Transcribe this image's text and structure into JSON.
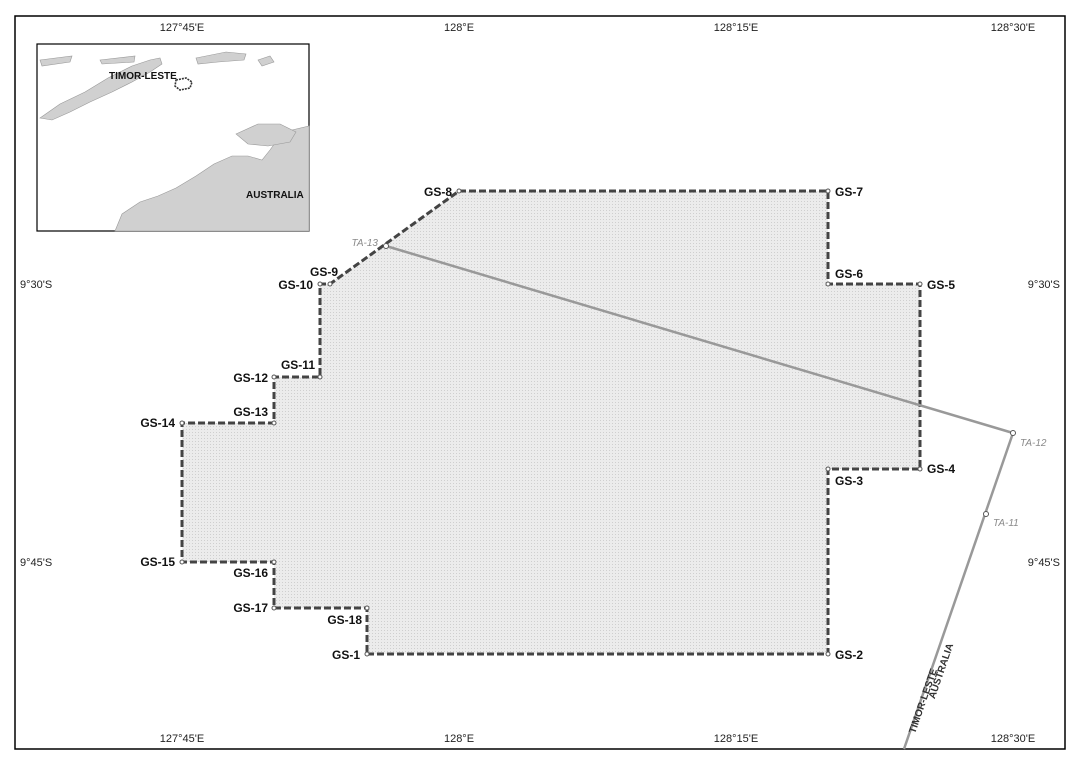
{
  "longitude_ticks": [
    "127°45'E",
    "128°E",
    "128°15'E",
    "128°30'E"
  ],
  "latitude_ticks": [
    "9°30'S",
    "9°45'S"
  ],
  "gs_points": [
    "GS-1",
    "GS-2",
    "GS-3",
    "GS-4",
    "GS-5",
    "GS-6",
    "GS-7",
    "GS-8",
    "GS-9",
    "GS-10",
    "GS-11",
    "GS-12",
    "GS-13",
    "GS-14",
    "GS-15",
    "GS-16",
    "GS-17",
    "GS-18"
  ],
  "ta_points": [
    "TA-11",
    "TA-12",
    "TA-13"
  ],
  "inset": {
    "label_timor": "TIMOR-LESTE",
    "label_australia": "AUSTRALIA"
  },
  "border_labels": {
    "north": "TIMOR-LESTE",
    "south": "AUSTRALIA"
  },
  "colors": {
    "area_fill": "#e9e9e9",
    "boundary": "#444444",
    "line": "#999999"
  }
}
